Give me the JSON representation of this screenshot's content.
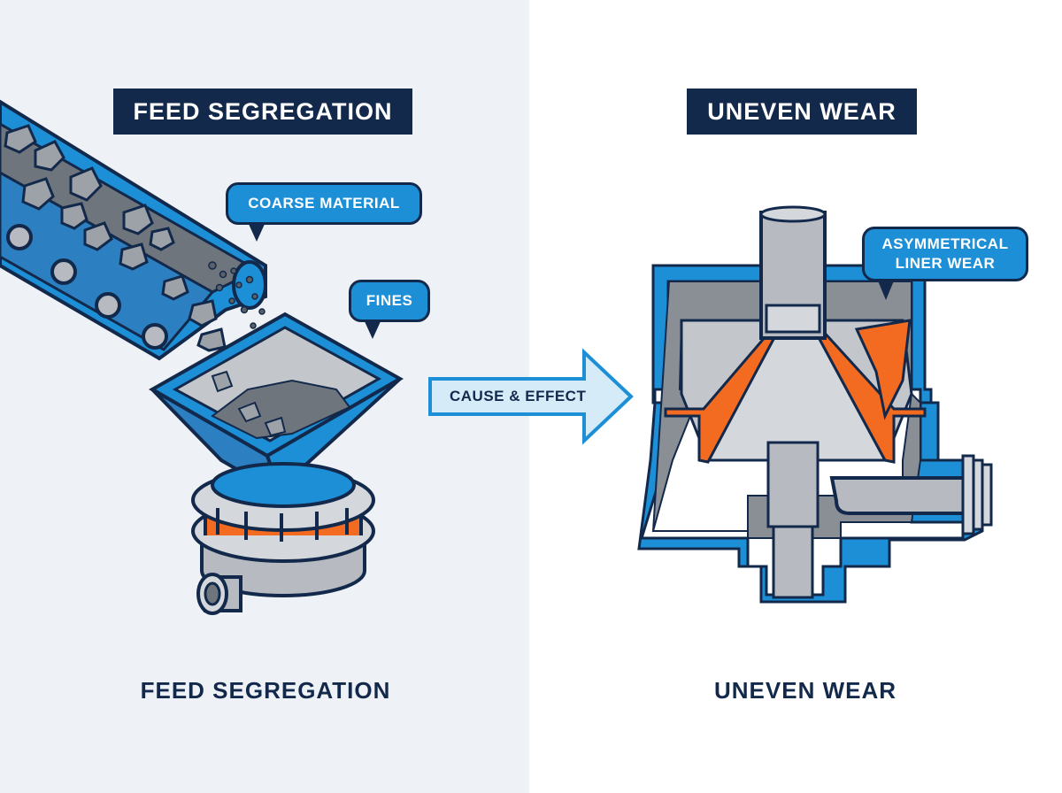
{
  "left": {
    "title": "FEED SEGREGATION",
    "bottom_label": "FEED SEGREGATION",
    "callout_coarse": "COARSE MATERIAL",
    "callout_fines": "FINES"
  },
  "middle": {
    "arrow_label": "CAUSE & EFFECT"
  },
  "right": {
    "title": "UNEVEN WEAR",
    "bottom_label": "UNEVEN WEAR",
    "callout_wear_line1": "ASYMMETRICAL",
    "callout_wear_line2": "LINER WEAR"
  },
  "colors": {
    "navy": "#13294b",
    "blue": "#1c8fd6",
    "orange": "#f26b21",
    "steel": "#a9adb3",
    "panel_left_bg": "#eef1f5"
  }
}
